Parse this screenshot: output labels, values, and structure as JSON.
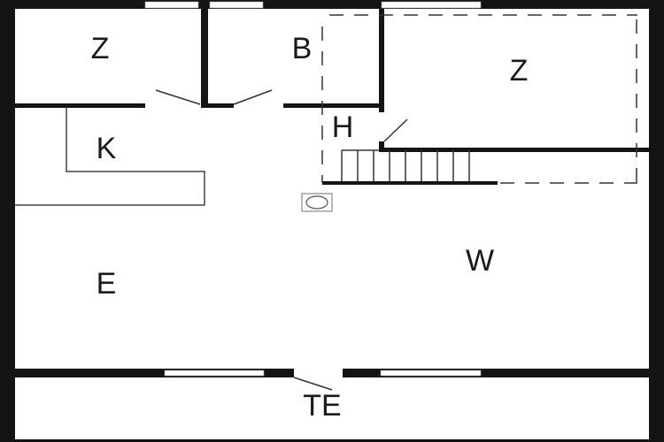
{
  "plan": {
    "rooms": [
      {
        "id": "bedroom-1",
        "label": "Z"
      },
      {
        "id": "bathroom",
        "label": "B"
      },
      {
        "id": "bedroom-2",
        "label": "Z"
      },
      {
        "id": "hall",
        "label": "H"
      },
      {
        "id": "kitchen",
        "label": "K"
      },
      {
        "id": "dining",
        "label": "E"
      },
      {
        "id": "living",
        "label": "W"
      },
      {
        "id": "terrace",
        "label": "TE"
      }
    ],
    "colors": {
      "wall": "#141414",
      "background": "#ffffff",
      "line": "#333333"
    }
  }
}
